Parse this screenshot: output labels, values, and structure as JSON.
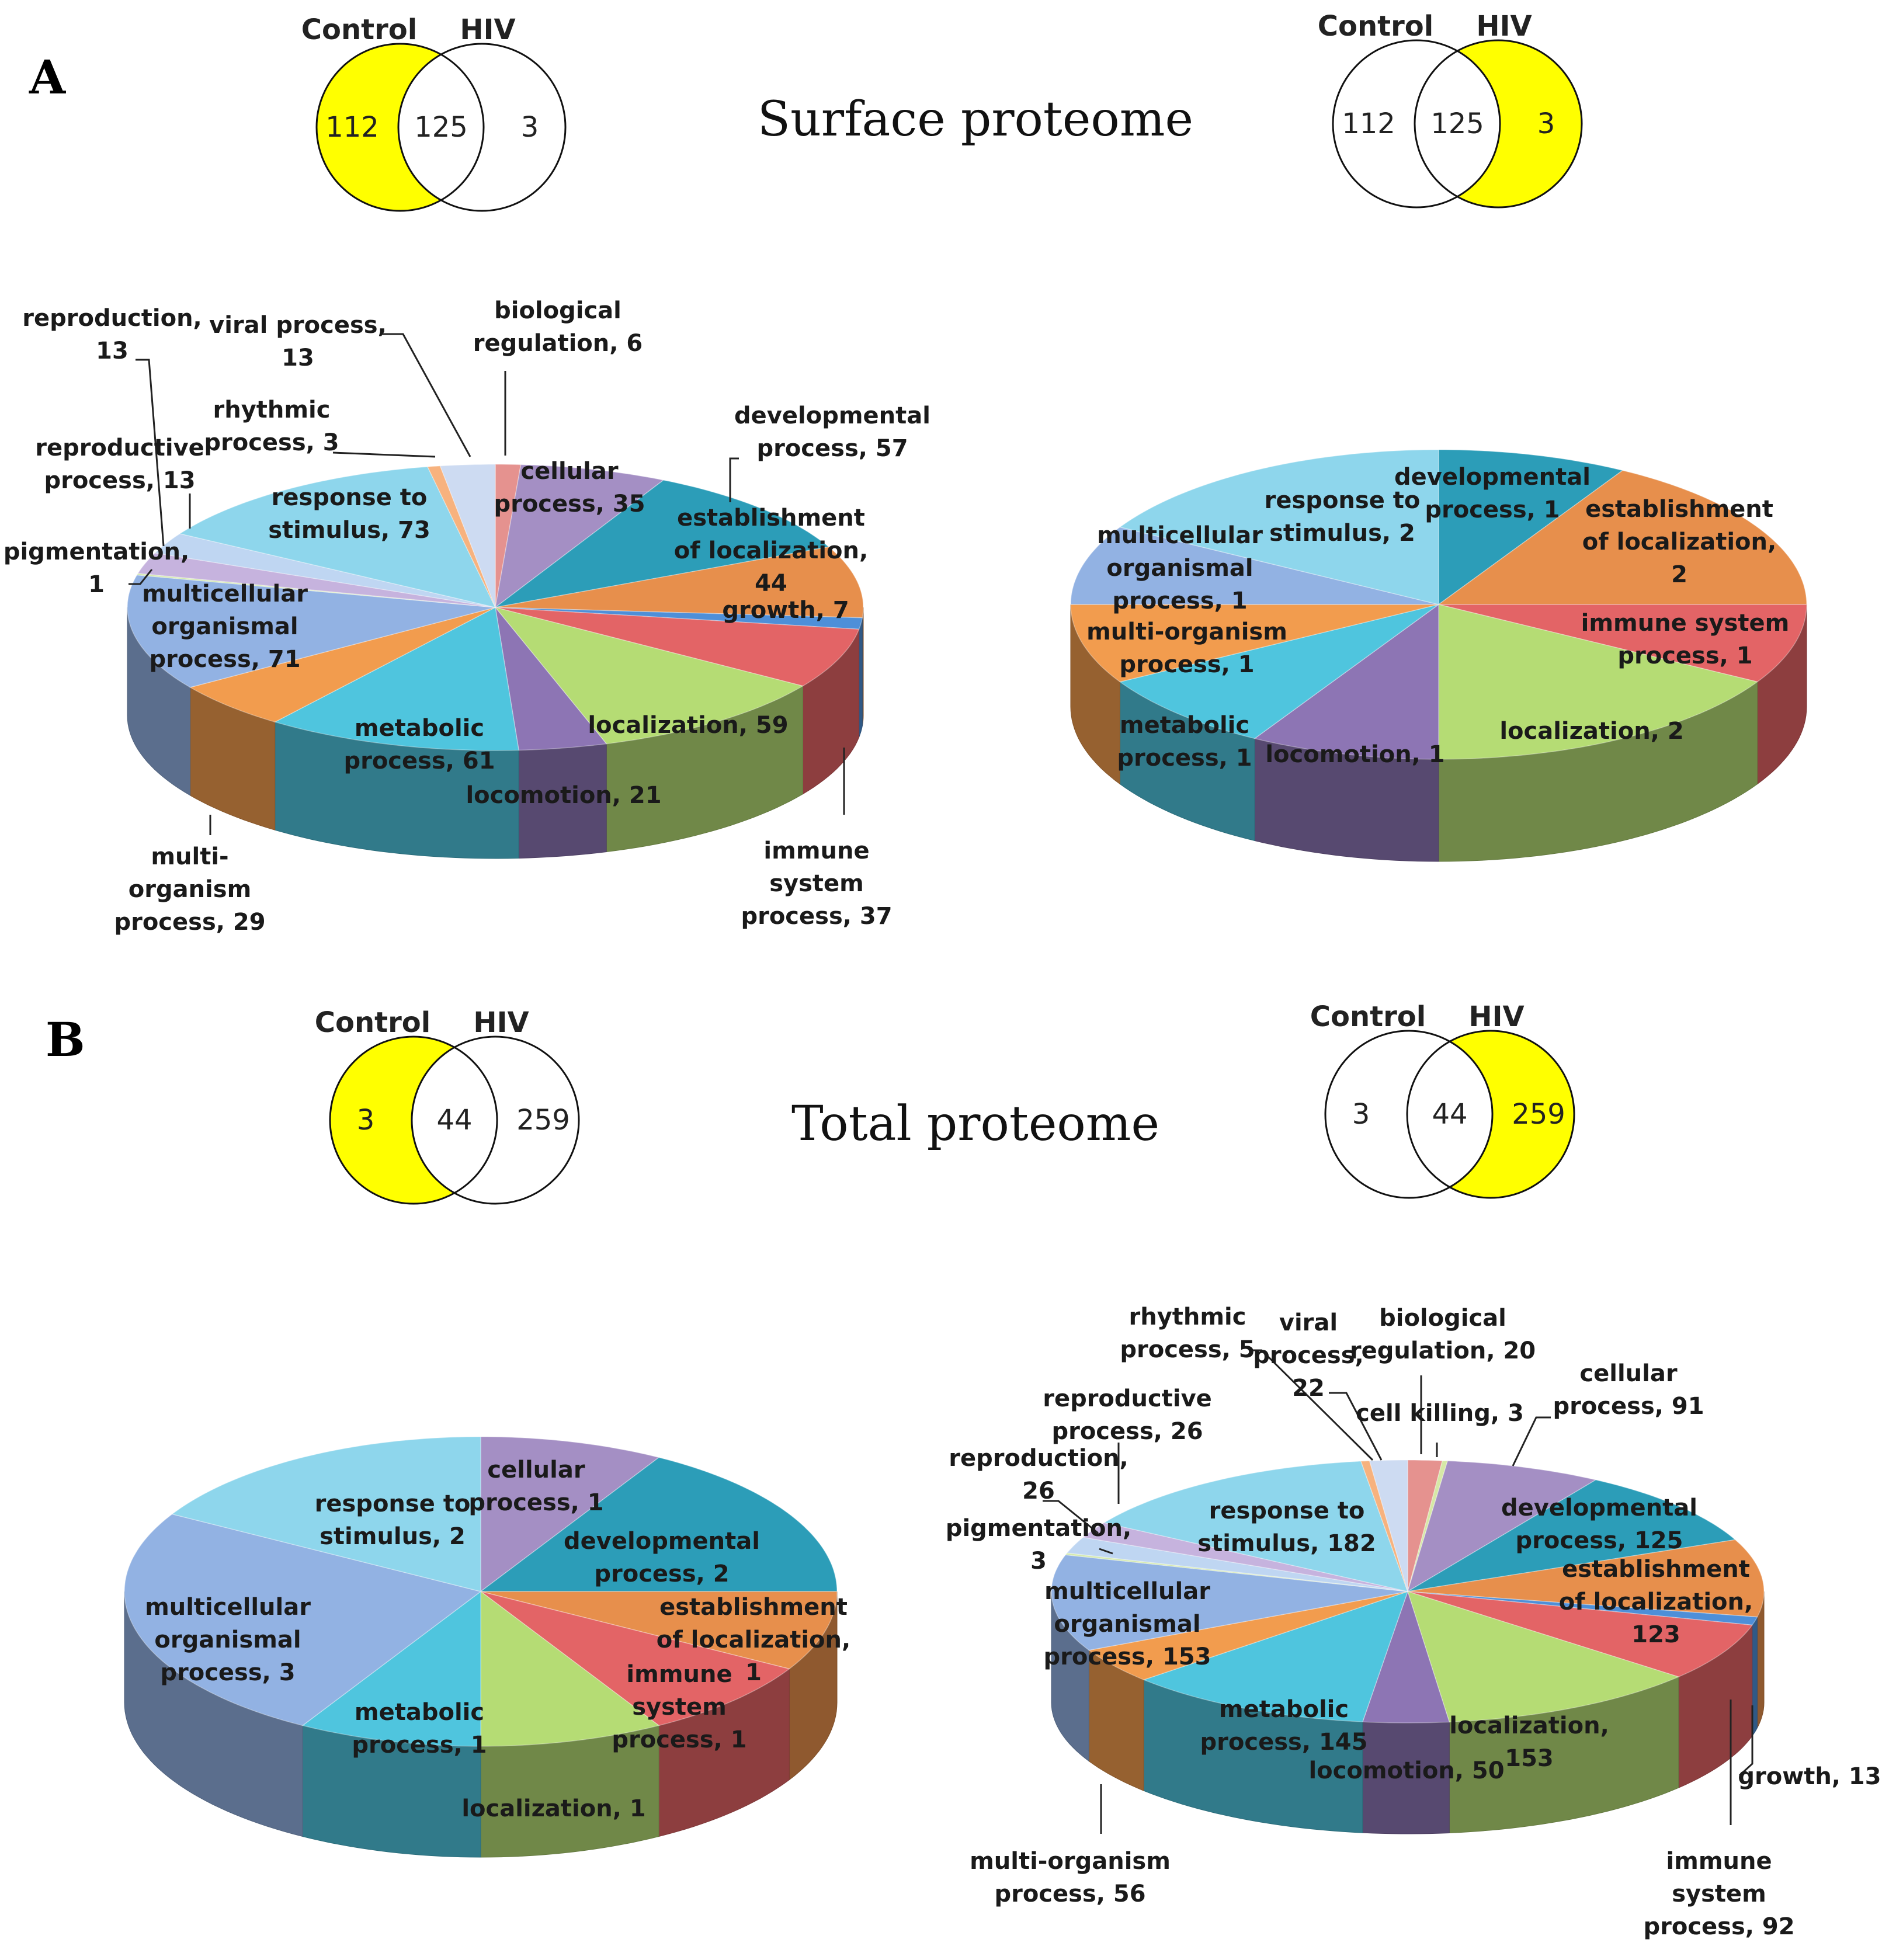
{
  "panels": [
    {
      "letter": "A",
      "title": "Surface proteome",
      "venns": [
        {
          "left_label": "Control",
          "right_label": "HIV",
          "left_only": "112",
          "shared": "125",
          "right_only": "3",
          "highlight": "left"
        },
        {
          "left_label": "Control",
          "right_label": "HIV",
          "left_only": "112",
          "shared": "125",
          "right_only": "3",
          "highlight": "right"
        }
      ]
    },
    {
      "letter": "B",
      "title": "Total proteome",
      "venns": [
        {
          "left_label": "Control",
          "right_label": "HIV",
          "left_only": "3",
          "shared": "44",
          "right_only": "259",
          "highlight": "left"
        },
        {
          "left_label": "Control",
          "right_label": "HIV",
          "left_only": "3",
          "shared": "44",
          "right_only": "259",
          "highlight": "right"
        }
      ]
    }
  ],
  "colors": {
    "venn_highlight": "#FFFF00",
    "biological regulation": "#E5928F",
    "cellular process": "#A48FC4",
    "developmental process": "#2C9DB8",
    "establishment of localization": "#E78F4C",
    "growth": "#4E8FD8",
    "immune system process": "#E36466",
    "localization": "#B5DC74",
    "locomotion": "#8D75B4",
    "metabolic process": "#4FC5DE",
    "multi-organism process": "#F29C4E",
    "multicellular organismal process": "#92B2E3",
    "pigmentation": "#D4EAAE",
    "reproductive process": "#C6B3DE",
    "reproduction": "#BFD6F2",
    "response to stimulus": "#8ED6EC",
    "rhythmic process": "#F7B27E",
    "viral process": "#CDDBF2",
    "cell killing": "#D6E8A6"
  },
  "chart_data": [
    {
      "type": "pie",
      "panel": "A",
      "side": "left",
      "slices": [
        {
          "name": "biological regulation",
          "value": 6,
          "label": [
            "biological",
            "regulation, 6"
          ]
        },
        {
          "name": "cellular process",
          "value": 35,
          "label": [
            "cellular",
            "process, 35"
          ]
        },
        {
          "name": "developmental process",
          "value": 57,
          "label": [
            "developmental",
            "process, 57"
          ]
        },
        {
          "name": "establishment of localization",
          "value": 44,
          "label": [
            "establishment",
            "of localization,",
            "44"
          ]
        },
        {
          "name": "growth",
          "value": 7,
          "label": [
            "growth, 7"
          ]
        },
        {
          "name": "immune system process",
          "value": 37,
          "label": [
            "immune",
            "system",
            "process, 37"
          ]
        },
        {
          "name": "localization",
          "value": 59,
          "label": [
            "localization, 59"
          ]
        },
        {
          "name": "locomotion",
          "value": 21,
          "label": [
            "locomotion, 21"
          ]
        },
        {
          "name": "metabolic process",
          "value": 61,
          "label": [
            "metabolic",
            "process, 61"
          ]
        },
        {
          "name": "multi-organism process",
          "value": 29,
          "label": [
            "multi-",
            "organism",
            "process, 29"
          ]
        },
        {
          "name": "multicellular organismal process",
          "value": 71,
          "label": [
            "multicellular",
            "organismal",
            "process, 71"
          ]
        },
        {
          "name": "pigmentation",
          "value": 1,
          "label": [
            "pigmentation,",
            "1"
          ]
        },
        {
          "name": "reproductive process",
          "value": 13,
          "label": [
            "reproductive",
            "process, 13"
          ]
        },
        {
          "name": "reproduction",
          "value": 13,
          "label": [
            "reproduction,",
            "13"
          ]
        },
        {
          "name": "response to stimulus",
          "value": 73,
          "label": [
            "response to",
            "stimulus, 73"
          ]
        },
        {
          "name": "rhythmic process",
          "value": 3,
          "label": [
            "rhythmic",
            "process, 3"
          ]
        },
        {
          "name": "viral process",
          "value": 13,
          "label": [
            "viral process,",
            "13"
          ]
        }
      ]
    },
    {
      "type": "pie",
      "panel": "A",
      "side": "right",
      "slices": [
        {
          "name": "developmental process",
          "value": 1,
          "label": [
            "developmental",
            "process, 1"
          ]
        },
        {
          "name": "establishment of localization",
          "value": 2,
          "label": [
            "establishment",
            "of localization,",
            "2"
          ]
        },
        {
          "name": "immune system process",
          "value": 1,
          "label": [
            "immune system",
            "process, 1"
          ]
        },
        {
          "name": "localization",
          "value": 2,
          "label": [
            "localization, 2"
          ]
        },
        {
          "name": "locomotion",
          "value": 1,
          "label": [
            "locomotion, 1"
          ]
        },
        {
          "name": "metabolic process",
          "value": 1,
          "label": [
            "metabolic",
            "process, 1"
          ]
        },
        {
          "name": "multi-organism process",
          "value": 1,
          "label": [
            "multi-organism",
            "process, 1"
          ]
        },
        {
          "name": "multicellular organismal process",
          "value": 1,
          "label": [
            "multicellular",
            "organismal",
            "process, 1"
          ]
        },
        {
          "name": "response to stimulus",
          "value": 2,
          "label": [
            "response to",
            "stimulus, 2"
          ]
        }
      ]
    },
    {
      "type": "pie",
      "panel": "B",
      "side": "left",
      "slices": [
        {
          "name": "cellular process",
          "value": 1,
          "label": [
            "cellular",
            "process, 1"
          ]
        },
        {
          "name": "developmental process",
          "value": 2,
          "label": [
            "developmental",
            "process, 2"
          ]
        },
        {
          "name": "establishment of localization",
          "value": 1,
          "label": [
            "establishment",
            "of localization,",
            "1"
          ]
        },
        {
          "name": "immune system process",
          "value": 1,
          "label": [
            "immune",
            "system",
            "process, 1"
          ]
        },
        {
          "name": "localization",
          "value": 1,
          "label": [
            "localization, 1"
          ]
        },
        {
          "name": "metabolic process",
          "value": 1,
          "label": [
            "metabolic",
            "process, 1"
          ]
        },
        {
          "name": "multicellular organismal process",
          "value": 3,
          "label": [
            "multicellular",
            "organismal",
            "process, 3"
          ]
        },
        {
          "name": "response to stimulus",
          "value": 2,
          "label": [
            "response to",
            "stimulus, 2"
          ]
        }
      ]
    },
    {
      "type": "pie",
      "panel": "B",
      "side": "right",
      "slices": [
        {
          "name": "biological regulation",
          "value": 20,
          "label": [
            "biological",
            "regulation, 20"
          ]
        },
        {
          "name": "cell killing",
          "value": 3,
          "label": [
            "cell killing, 3"
          ]
        },
        {
          "name": "cellular process",
          "value": 91,
          "label": [
            "cellular",
            "process, 91"
          ]
        },
        {
          "name": "developmental process",
          "value": 125,
          "label": [
            "developmental",
            "process, 125"
          ]
        },
        {
          "name": "establishment of localization",
          "value": 123,
          "label": [
            "establishment",
            "of localization,",
            "123"
          ]
        },
        {
          "name": "growth",
          "value": 13,
          "label": [
            "growth, 13"
          ]
        },
        {
          "name": "immune system process",
          "value": 92,
          "label": [
            "immune",
            "system",
            "process, 92"
          ]
        },
        {
          "name": "localization",
          "value": 153,
          "label": [
            "localization,",
            "153"
          ]
        },
        {
          "name": "locomotion",
          "value": 50,
          "label": [
            "locomotion, 50"
          ]
        },
        {
          "name": "metabolic process",
          "value": 145,
          "label": [
            "metabolic",
            "process, 145"
          ]
        },
        {
          "name": "multi-organism process",
          "value": 56,
          "label": [
            "multi-organism",
            "process, 56"
          ]
        },
        {
          "name": "multicellular organismal process",
          "value": 153,
          "label": [
            "multicellular",
            "organismal",
            "process, 153"
          ]
        },
        {
          "name": "pigmentation",
          "value": 3,
          "label": [
            "pigmentation,",
            "3"
          ]
        },
        {
          "name": "reproduction",
          "value": 26,
          "label": [
            "reproduction,",
            "26"
          ]
        },
        {
          "name": "reproductive process",
          "value": 26,
          "label": [
            "reproductive",
            "process, 26"
          ]
        },
        {
          "name": "response to stimulus",
          "value": 182,
          "label": [
            "response to",
            "stimulus, 182"
          ]
        },
        {
          "name": "rhythmic process",
          "value": 5,
          "label": [
            "rhythmic",
            "process, 5"
          ]
        },
        {
          "name": "viral process",
          "value": 22,
          "label": [
            "viral",
            "process,",
            "22"
          ]
        }
      ]
    }
  ]
}
